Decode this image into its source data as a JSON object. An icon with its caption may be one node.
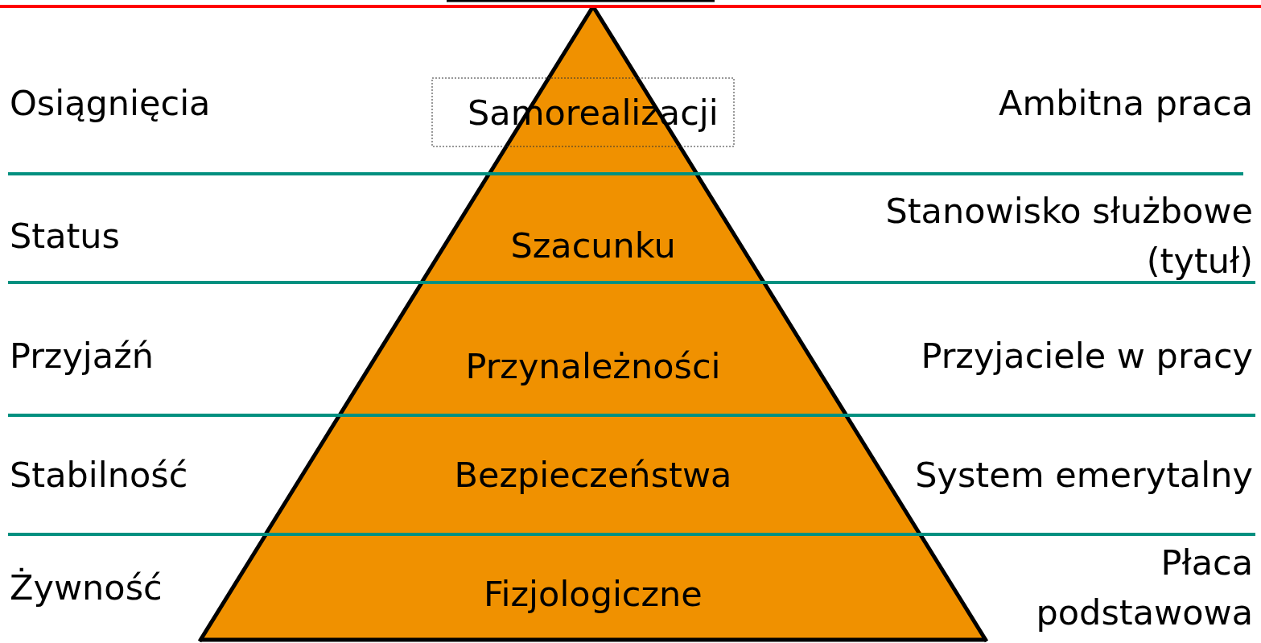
{
  "diagram": {
    "nodes": [
      {
        "text": [
          "Samorealizacji"
        ]
      },
      {
        "text": [
          "Szacunku"
        ]
      },
      {
        "text": [
          "Przynależności"
        ]
      },
      {
        "text": [
          "Bezpieczeństwa"
        ]
      },
      {
        "text": [
          "Fizjologiczne"
        ]
      }
    ],
    "edges": [],
    "labels": [
      "Osiągnięcia",
      "Ambitna praca",
      "Status",
      "Stanowisko służbowe (tytuł)",
      "Przyjaźń",
      "Przyjaciele w pracy",
      "Stabilność",
      "System emerytalny",
      "Żywność",
      "Płaca podstawowa"
    ]
  }
}
